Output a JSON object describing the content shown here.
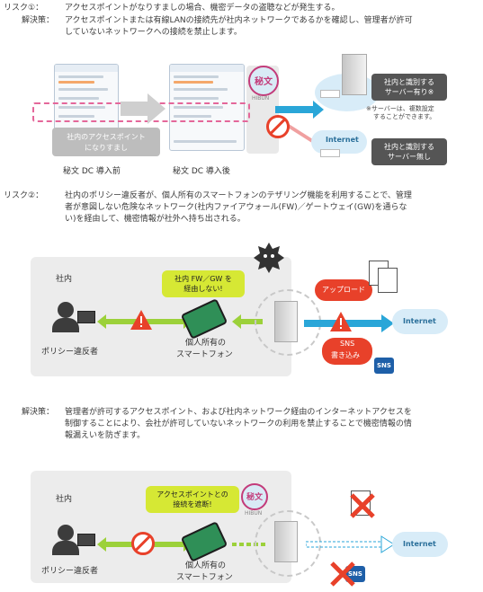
{
  "risk1": {
    "label": "リスク①：",
    "text": "アクセスポイントがなりすましの場合、機密データの盗聴などが発生する。"
  },
  "solution1": {
    "label": "解決策：",
    "line1": "アクセスポイントまたは有線LANの接続先が社内ネットワークであるかを確認し、管理者が許可",
    "line2": "していないネットワークへの接続を禁止します。"
  },
  "diagram1": {
    "spoof_label_1": "社内のアクセスポイント",
    "spoof_label_2": "になりすまし",
    "before_caption": "秘文 DC 導入前",
    "after_caption": "秘文 DC 導入後",
    "logo_text": "秘文",
    "logo_sub": "HIBUN",
    "server_yes_1": "社内と識別する",
    "server_yes_2": "サーバー有り※",
    "note_1": "※サーバーは、複数設定",
    "note_2": "することができます。",
    "internet": "Internet",
    "server_no_1": "社内と識別する",
    "server_no_2": "サーバー無し"
  },
  "risk2": {
    "label": "リスク②：",
    "line1": "社内のポリシー違反者が、個人所有のスマートフォンのテザリング機能を利用することで、管理",
    "line2": "者が意図しない危険なネットワーク(社内ファイアウォール(FW)／ゲートウェイ(GW)を通らな",
    "line3": "い)を経由して、機密情報が社外へ持ち出される。"
  },
  "diagram2": {
    "company": "社内",
    "violator": "ポリシー違反者",
    "callout_1": "社内 FW／GW を",
    "callout_2": "経由しない!",
    "phone_1": "個人所有の",
    "phone_2": "スマートフォン",
    "upload": "アップロード",
    "internet": "Internet",
    "sns_1": "SNS",
    "sns_2": "書き込み",
    "sns_badge": "SNS"
  },
  "solution2": {
    "label": "解決策：",
    "line1": "管理者が許可するアクセスポイント、および社内ネットワーク経由のインターネットアクセスを",
    "line2": "制御することにより、会社が許可していないネットワークの利用を禁止することで機密情報の情",
    "line3": "報漏えいを防ぎます。"
  },
  "diagram3": {
    "company": "社内",
    "violator": "ポリシー違反者",
    "callout_1": "アクセスポイントとの",
    "callout_2": "接続を遮断!",
    "logo_text": "秘文",
    "logo_sub": "HIBUN",
    "phone_1": "個人所有の",
    "phone_2": "スマートフォン",
    "internet": "Internet",
    "sns_badge": "SNS"
  },
  "colors": {
    "arrow_green": "#9cd13a",
    "arrow_blue": "#2aa6d8",
    "warning_red": "#e8412a",
    "pink_dash": "#e4679a",
    "callout_yellow": "#d6e834",
    "dark_box": "#555555"
  }
}
